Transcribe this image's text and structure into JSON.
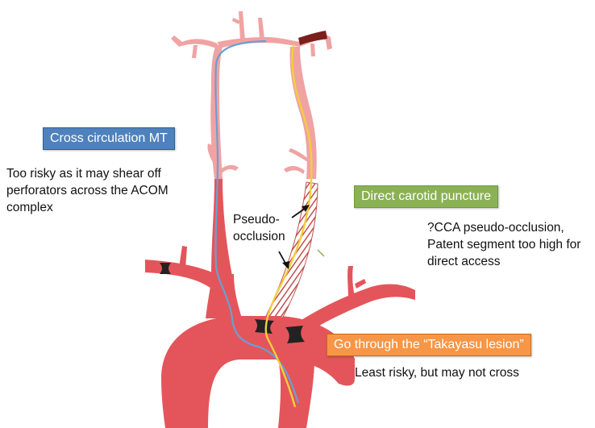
{
  "colors": {
    "vessel": "#e4555b",
    "vessel_small": "#f0a3a3",
    "catheter_blue": "#6a9fd4",
    "catheter_yellow": "#f2cf3c",
    "clot": "#7a1f1c",
    "stenosis": "#222222",
    "cross_box": "#4f81bd",
    "direct_box": "#8bb155",
    "go_box": "#f79646"
  },
  "labels": {
    "cross_title": "Cross circulation MT",
    "cross_note": "Too risky as it may shear off perforators across the ACOM complex",
    "direct_title": "Direct carotid puncture",
    "direct_note": "?CCA pseudo-occlusion, Patent segment too high for direct access",
    "go_title": "Go through the “Takayasu lesion”",
    "go_note": "Least risky, but may not cross",
    "pseudo_line1": "Pseudo-",
    "pseudo_line2": "occlusion"
  }
}
